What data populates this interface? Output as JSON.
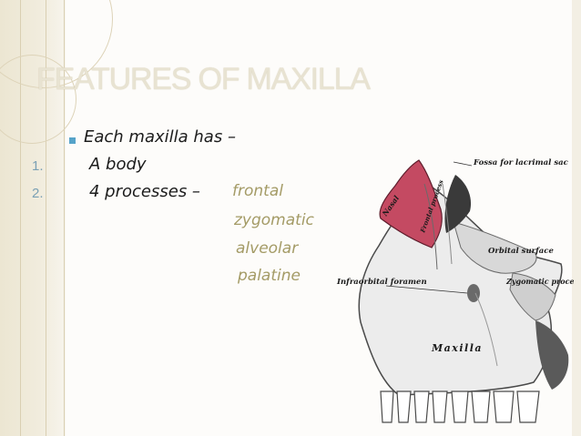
{
  "slide": {
    "title": "FEATURES OF MAXILLA",
    "intro": "Each maxilla has –",
    "items": [
      {
        "number": "1.",
        "text": "A body"
      },
      {
        "number": "2.",
        "text": "4 processes –"
      }
    ],
    "processes": [
      "frontal",
      "zygomatic",
      "alveolar",
      "palatine"
    ]
  },
  "figure": {
    "labels": {
      "fossa": "Fossa for lacrimal sac",
      "nasal": "Nasal",
      "frontal_process": "Frontal process",
      "orbital_surface": "Orbital surface",
      "zygomatic_process": "Zygomatic process",
      "infraorbital_foramen": "Infraorbital foramen",
      "maxilla": "Maxilla"
    }
  },
  "colors": {
    "bullet": "#56a3c9",
    "process_text": "#a49b66",
    "nasal_bone": "#c44a62"
  }
}
